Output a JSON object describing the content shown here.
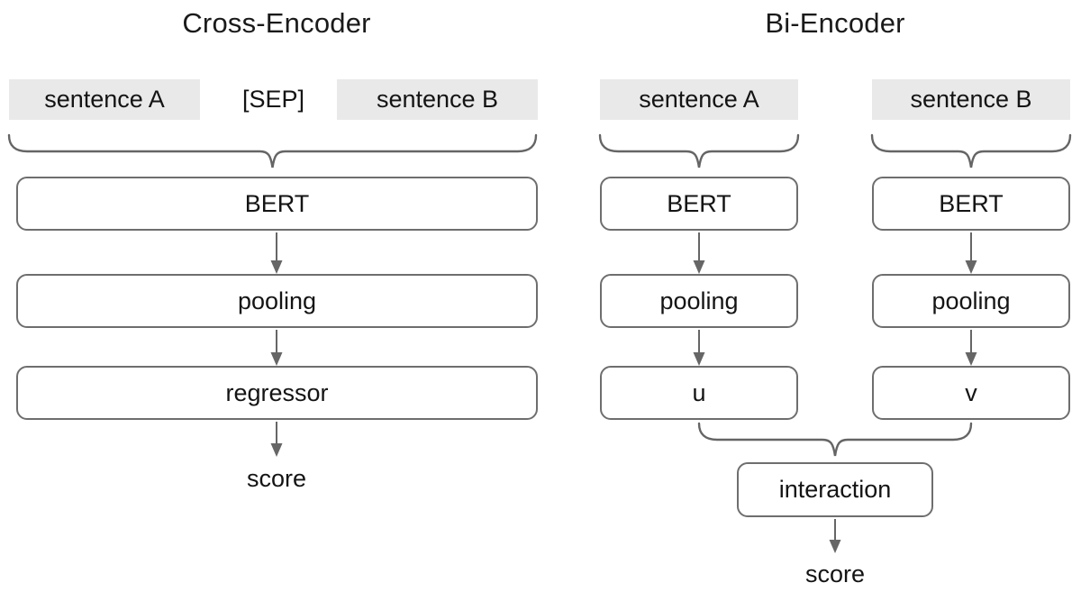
{
  "cross_encoder": {
    "title": "Cross-Encoder",
    "input_a": "sentence A",
    "sep": "[SEP]",
    "input_b": "sentence B",
    "boxes": [
      "BERT",
      "pooling",
      "regressor"
    ],
    "output": "score"
  },
  "bi_encoder": {
    "title": "Bi-Encoder",
    "input_a": "sentence A",
    "input_b": "sentence B",
    "branch_a": [
      "BERT",
      "pooling",
      "u"
    ],
    "branch_b": [
      "BERT",
      "pooling",
      "v"
    ],
    "merge": "interaction",
    "output": "score"
  },
  "colors": {
    "background": "#ffffff",
    "input_label_background": "#e9e9e9",
    "node_border": "#6e6e6e",
    "connector": "#666666",
    "text": "#141414"
  }
}
